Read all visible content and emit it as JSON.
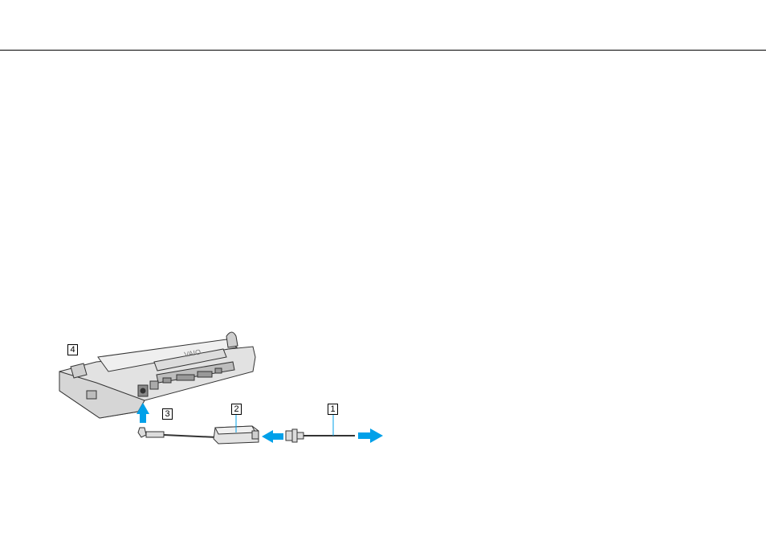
{
  "callouts": {
    "c1": "1",
    "c2": "2",
    "c3": "3",
    "c4": "4"
  },
  "logo_text": "VAIO",
  "colors": {
    "rule": "#000000",
    "arrow": "#00a0e9",
    "device_fill": "#e6e6e6",
    "device_stroke": "#333333"
  }
}
